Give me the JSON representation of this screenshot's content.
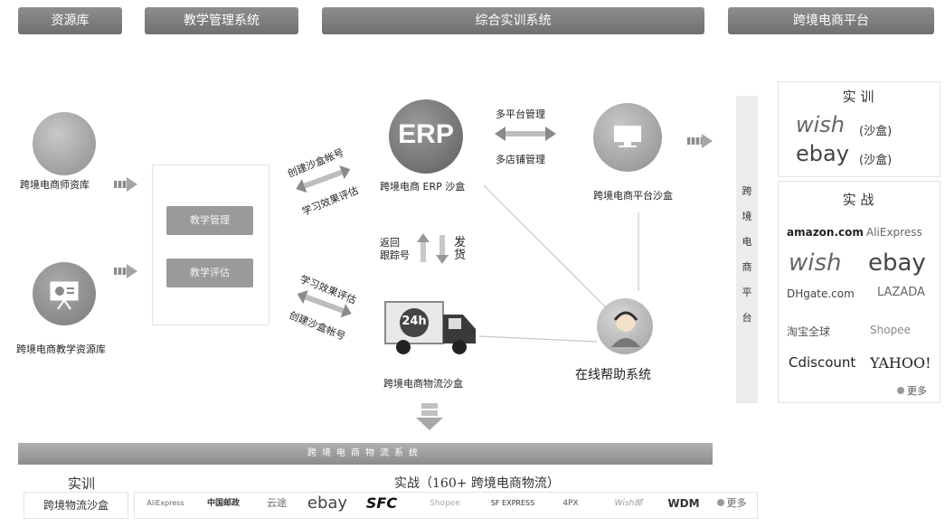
{
  "headers": {
    "resource": "资源库",
    "teaching": "教学管理系统",
    "training": "综合实训系统",
    "platform": "跨境电商平台"
  },
  "resources": {
    "teachers": "跨境电商师资库",
    "teaching_res": "跨境电商教学资源库"
  },
  "management": {
    "teach_mgmt": "教学管理",
    "teach_eval": "教学评估"
  },
  "flows": {
    "create_account_top": "创建沙盒帐号",
    "eval_top": "学习效果评估",
    "eval_bottom": "学习效果评估",
    "create_account_bottom": "创建沙盒帐号",
    "multi_platform": "多平台管理",
    "multi_store": "多店铺管理",
    "return_tracking": "返回\n跟踪号",
    "ship": "发\n货"
  },
  "systems": {
    "erp_logo": "ERP",
    "erp_label": "跨境电商 ERP 沙盒",
    "platform_sandbox": "跨境电商平台沙盒",
    "logistics_sandbox": "跨境电商物流沙盒",
    "online_help": "在线帮助系统",
    "truck_badge": "24h"
  },
  "vertical": [
    "跨",
    "境",
    "电",
    "商",
    "平",
    "台"
  ],
  "platform_panel": {
    "training_title": "实 训",
    "wish_sandbox": "wish",
    "wish_sandbox_suffix": "(沙盒)",
    "ebay_sandbox": "ebay",
    "ebay_sandbox_suffix": "(沙盒)",
    "practice_title": "实 战",
    "brands": {
      "amazon": "amazon.com",
      "aliexpress": "AliExpress",
      "wish": "wish",
      "ebay": "ebay",
      "dh": "DHgate.com",
      "lazada": "LAZADA",
      "tmall": "淘宝全球",
      "shopee": "Shopee",
      "cdiscount": "Cdiscount",
      "yahoo": "YAHOO!"
    },
    "more": "更多"
  },
  "bottom": {
    "bar": "跨境电商物流系统",
    "training_title": "实训",
    "practice_title": "实战（160+ 跨境电商物流）",
    "logistics_sandbox": "跨境物流沙盒",
    "logos": [
      "AliExpress",
      "中国邮政",
      "云途",
      "ebay",
      "SFC",
      "Shopee",
      "SF EXPRESS",
      "4PX",
      "Wish邮",
      "WDM"
    ],
    "more": "更多"
  }
}
